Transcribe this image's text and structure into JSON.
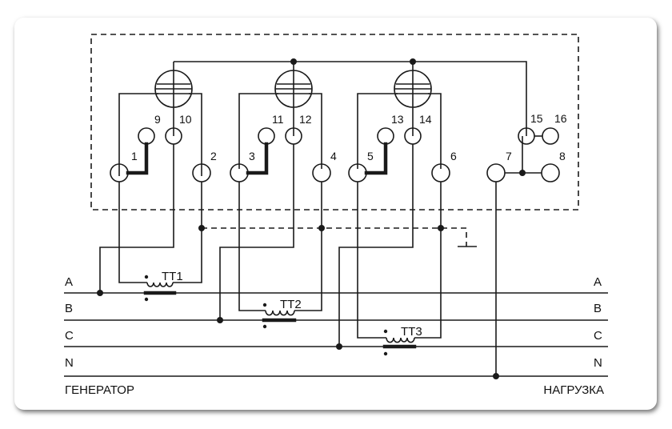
{
  "diagram": {
    "terminals": {
      "t1": "1",
      "t2": "2",
      "t3": "3",
      "t4": "4",
      "t5": "5",
      "t6": "6",
      "t7": "7",
      "t8": "8",
      "t9": "9",
      "t10": "10",
      "t11": "11",
      "t12": "12",
      "t13": "13",
      "t14": "14",
      "t15": "15",
      "t16": "16"
    },
    "transformers": {
      "tt1": "ТТ1",
      "tt2": "ТТ2",
      "tt3": "ТТ3"
    },
    "buses": {
      "a_left": "A",
      "b_left": "B",
      "c_left": "C",
      "n_left": "N",
      "a_right": "A",
      "b_right": "B",
      "c_right": "C",
      "n_right": "N"
    },
    "generator_label": "ГЕНЕРАТОР",
    "load_label": "НАГРУЗКА",
    "colors": {
      "line": "#1a1a1a",
      "background": "#ffffff"
    }
  }
}
